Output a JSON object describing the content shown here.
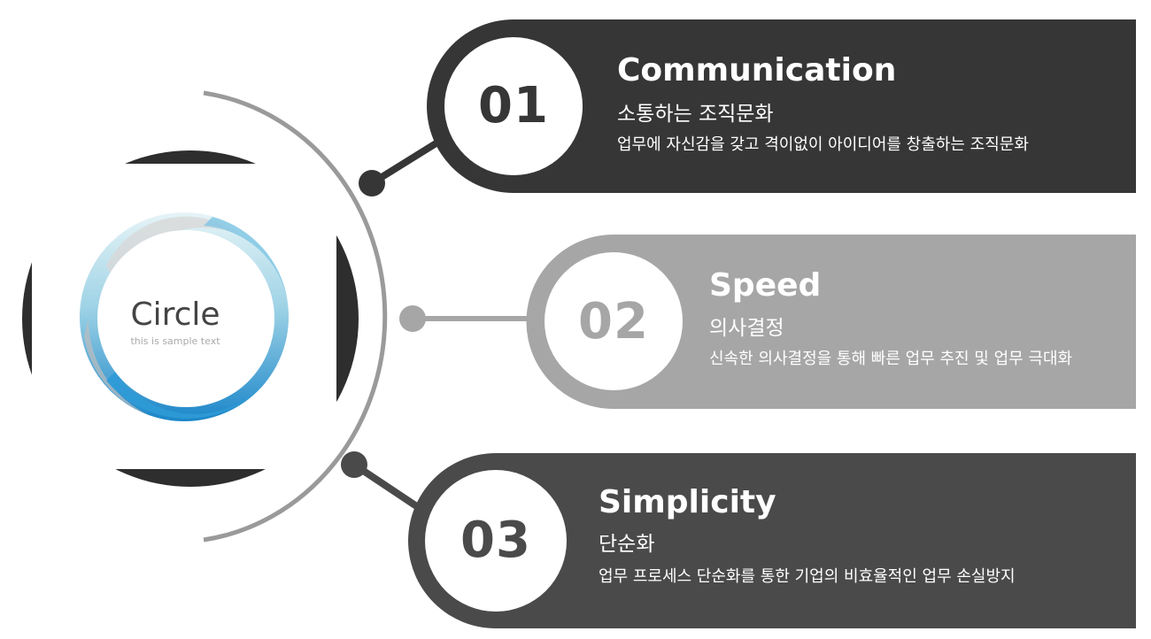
{
  "colors": {
    "dark": "#363636",
    "gray": "#a6a6a6",
    "dark2": "#4a4a4a",
    "arc": "#9a9a9a",
    "ring_blue": "#1e8fd0",
    "ring_light": "#bfe4ee"
  },
  "center": {
    "title": "Circle",
    "subtitle": "this is sample text"
  },
  "items": [
    {
      "number": "01",
      "title": "Communication",
      "subtitle": "소통하는 조직문화",
      "description": "업무에 자신감을 갖고 격이없이 아이디어를 창출하는 조직문화"
    },
    {
      "number": "02",
      "title": "Speed",
      "subtitle": "의사결정",
      "description": "신속한 의사결정을 통해 빠른 업무 추진 및 업무 극대화"
    },
    {
      "number": "03",
      "title": "Simplicity",
      "subtitle": "단순화",
      "description": "업무 프로세스 단순화를 통한 기업의 비효율적인 업무 손실방지"
    }
  ]
}
